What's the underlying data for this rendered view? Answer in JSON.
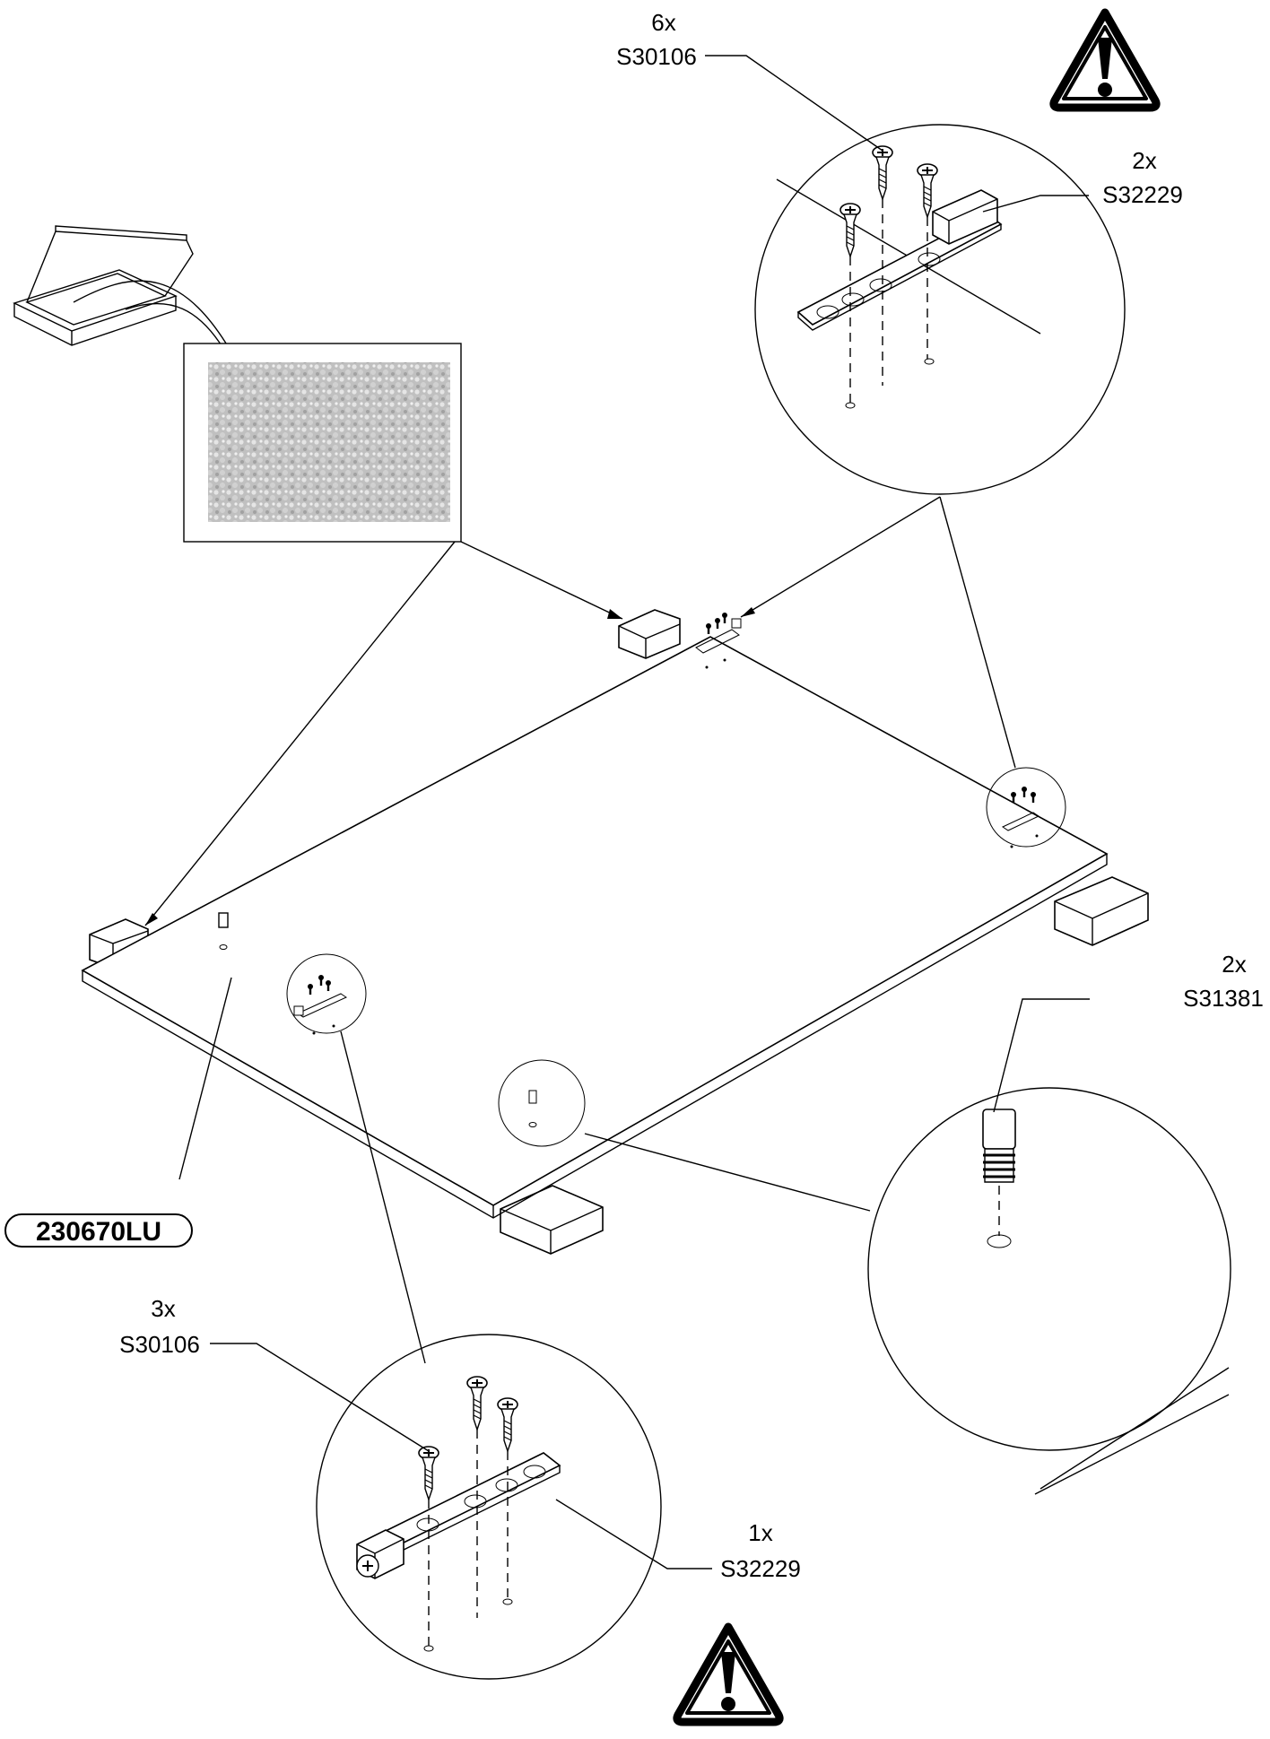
{
  "labels": {
    "top_screws_qty": "6x",
    "top_screws_code": "S30106",
    "top_hinge_qty": "2x",
    "top_hinge_code": "S32229",
    "pin_qty": "2x",
    "pin_code": "S31381",
    "bottom_screws_qty": "3x",
    "bottom_screws_code": "S30106",
    "bottom_hinge_qty": "1x",
    "bottom_hinge_code": "S32229",
    "panel_code": "230670LU"
  },
  "icons": {
    "warning_top": "warning-triangle-icon",
    "warning_bottom": "warning-triangle-icon",
    "packaging_box": "packaging-box-icon",
    "foam_pad": "foam-pad-icon"
  },
  "colors": {
    "line": "#000000",
    "background": "#ffffff",
    "foam_light": "#d6d6d6",
    "foam_dark": "#8a8a8a"
  }
}
